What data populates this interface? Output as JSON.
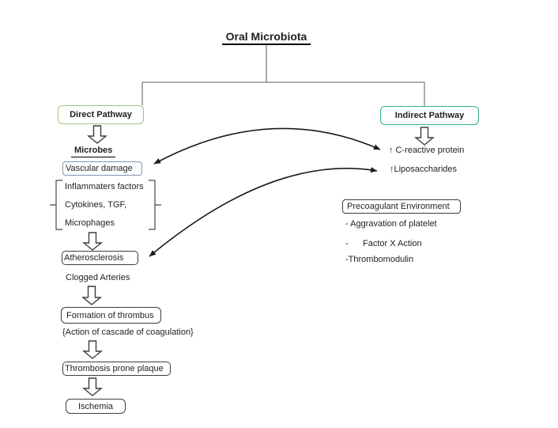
{
  "title": "Oral Microbiota",
  "colors": {
    "direct-border": "#a4c585",
    "indirect-border": "#2fb579",
    "vascular-border": "#8295ad",
    "box-border": "#3d3d3d",
    "connector": "#7f7f7f",
    "arrow": "#1b1b1b",
    "text": "#1f1f1f"
  },
  "direct_pathway": {
    "label": "Direct Pathway",
    "microbes_label": "Microbes",
    "vascular_damage": "Vascular damage",
    "bracket_items": [
      "Inflammaters factors",
      "Cytokines, TGF,",
      "Microphages"
    ],
    "atherosclerosis": "Atherosclerosis",
    "clogged_arteries": "Clogged Arteries",
    "formation_of_thrombus": "Formation of thrombus",
    "cascade_note": "{Action of cascade of coagulation}",
    "thrombosis_plaque": "Thrombosis prone plaque",
    "ischemia": "Ischemia"
  },
  "indirect_pathway": {
    "label": "Indirect Pathway",
    "c_reactive_protein": "↑ C-reactive protein",
    "liposaccharides": "↑Liposaccharides",
    "precoagulant_environment": "Precoagulant Environment",
    "items": [
      "- Aggravation of platelet",
      "-      Factor X Action",
      "-Thrombomodulin"
    ]
  },
  "icons": {
    "down_block_arrow": "hollow-down-arrow",
    "curved_link": "double-headed-curved-arrow"
  }
}
